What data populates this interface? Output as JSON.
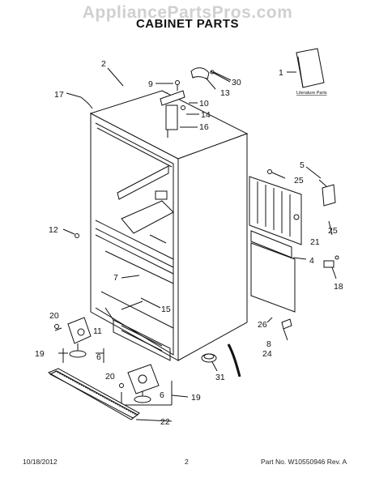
{
  "watermark": "AppliancePartsPros.com",
  "title": "CABINET PARTS",
  "literature_label": "Literature Parts",
  "footer": {
    "date": "10/18/2012",
    "page": "2",
    "part_no": "Part No. W10550946  Rev. A"
  },
  "callouts": {
    "c1": "1",
    "c2": "2",
    "c4": "4",
    "c5": "5",
    "c6a": "6",
    "c6b": "6",
    "c7": "7",
    "c8": "8",
    "c9": "9",
    "c10": "10",
    "c11": "11",
    "c12": "12",
    "c13": "13",
    "c14": "14",
    "c15": "15",
    "c16": "16",
    "c17": "17",
    "c18": "18",
    "c19a": "19",
    "c19b": "19",
    "c20a": "20",
    "c20b": "20",
    "c21": "21",
    "c22": "22",
    "c24": "24",
    "c25a": "25",
    "c25b": "25",
    "c26": "26",
    "c30": "30",
    "c31": "31"
  }
}
